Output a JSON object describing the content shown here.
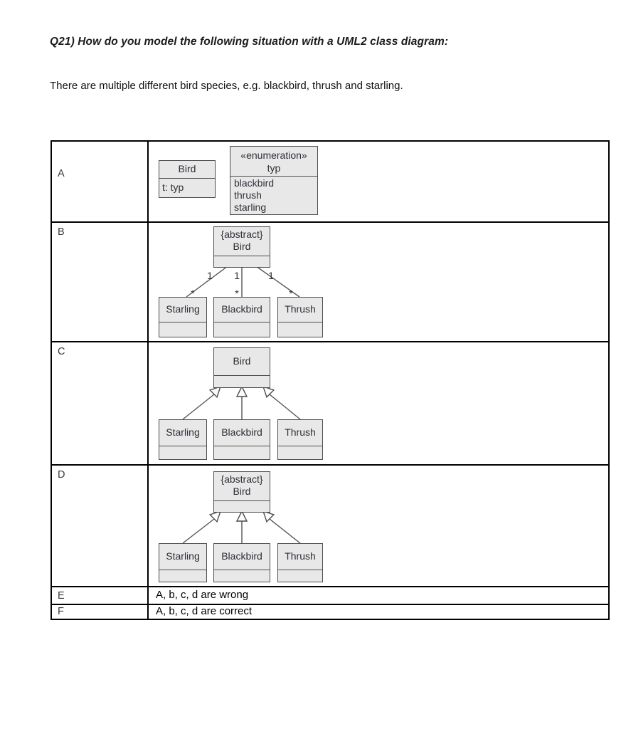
{
  "question": {
    "title": "Q21) How do you model the following situation with a UML2 class diagram:",
    "subtitle": "There are multiple different bird species, e.g. blackbird, thrush and starling."
  },
  "options": {
    "a": {
      "letter": "A",
      "bird_class": {
        "name": "Bird",
        "attribute": "t: typ"
      },
      "enumeration": {
        "stereotype": "«enumeration»",
        "name": "typ",
        "literals": [
          "blackbird",
          "thrush",
          "starling"
        ]
      }
    },
    "b": {
      "letter": "B",
      "superclass": {
        "modifier": "{abstract}",
        "name": "Bird"
      },
      "subclasses": [
        "Starling",
        "Blackbird",
        "Thrush"
      ],
      "multiplicities": {
        "parent_end": "1",
        "child_end": "*"
      }
    },
    "c": {
      "letter": "C",
      "superclass": {
        "name": "Bird"
      },
      "subclasses": [
        "Starling",
        "Blackbird",
        "Thrush"
      ]
    },
    "d": {
      "letter": "D",
      "superclass": {
        "modifier": "{abstract}",
        "name": "Bird"
      },
      "subclasses": [
        "Starling",
        "Blackbird",
        "Thrush"
      ]
    },
    "e": {
      "letter": "E",
      "text": "A, b, c, d are wrong"
    },
    "f": {
      "letter": "F",
      "text": "A, b, c, d are correct"
    }
  },
  "colors": {
    "uml_box_fill": "#e8e8e8",
    "uml_box_border": "#4d4d4d",
    "uml_text": "#2e2e38",
    "table_border": "#000000"
  }
}
